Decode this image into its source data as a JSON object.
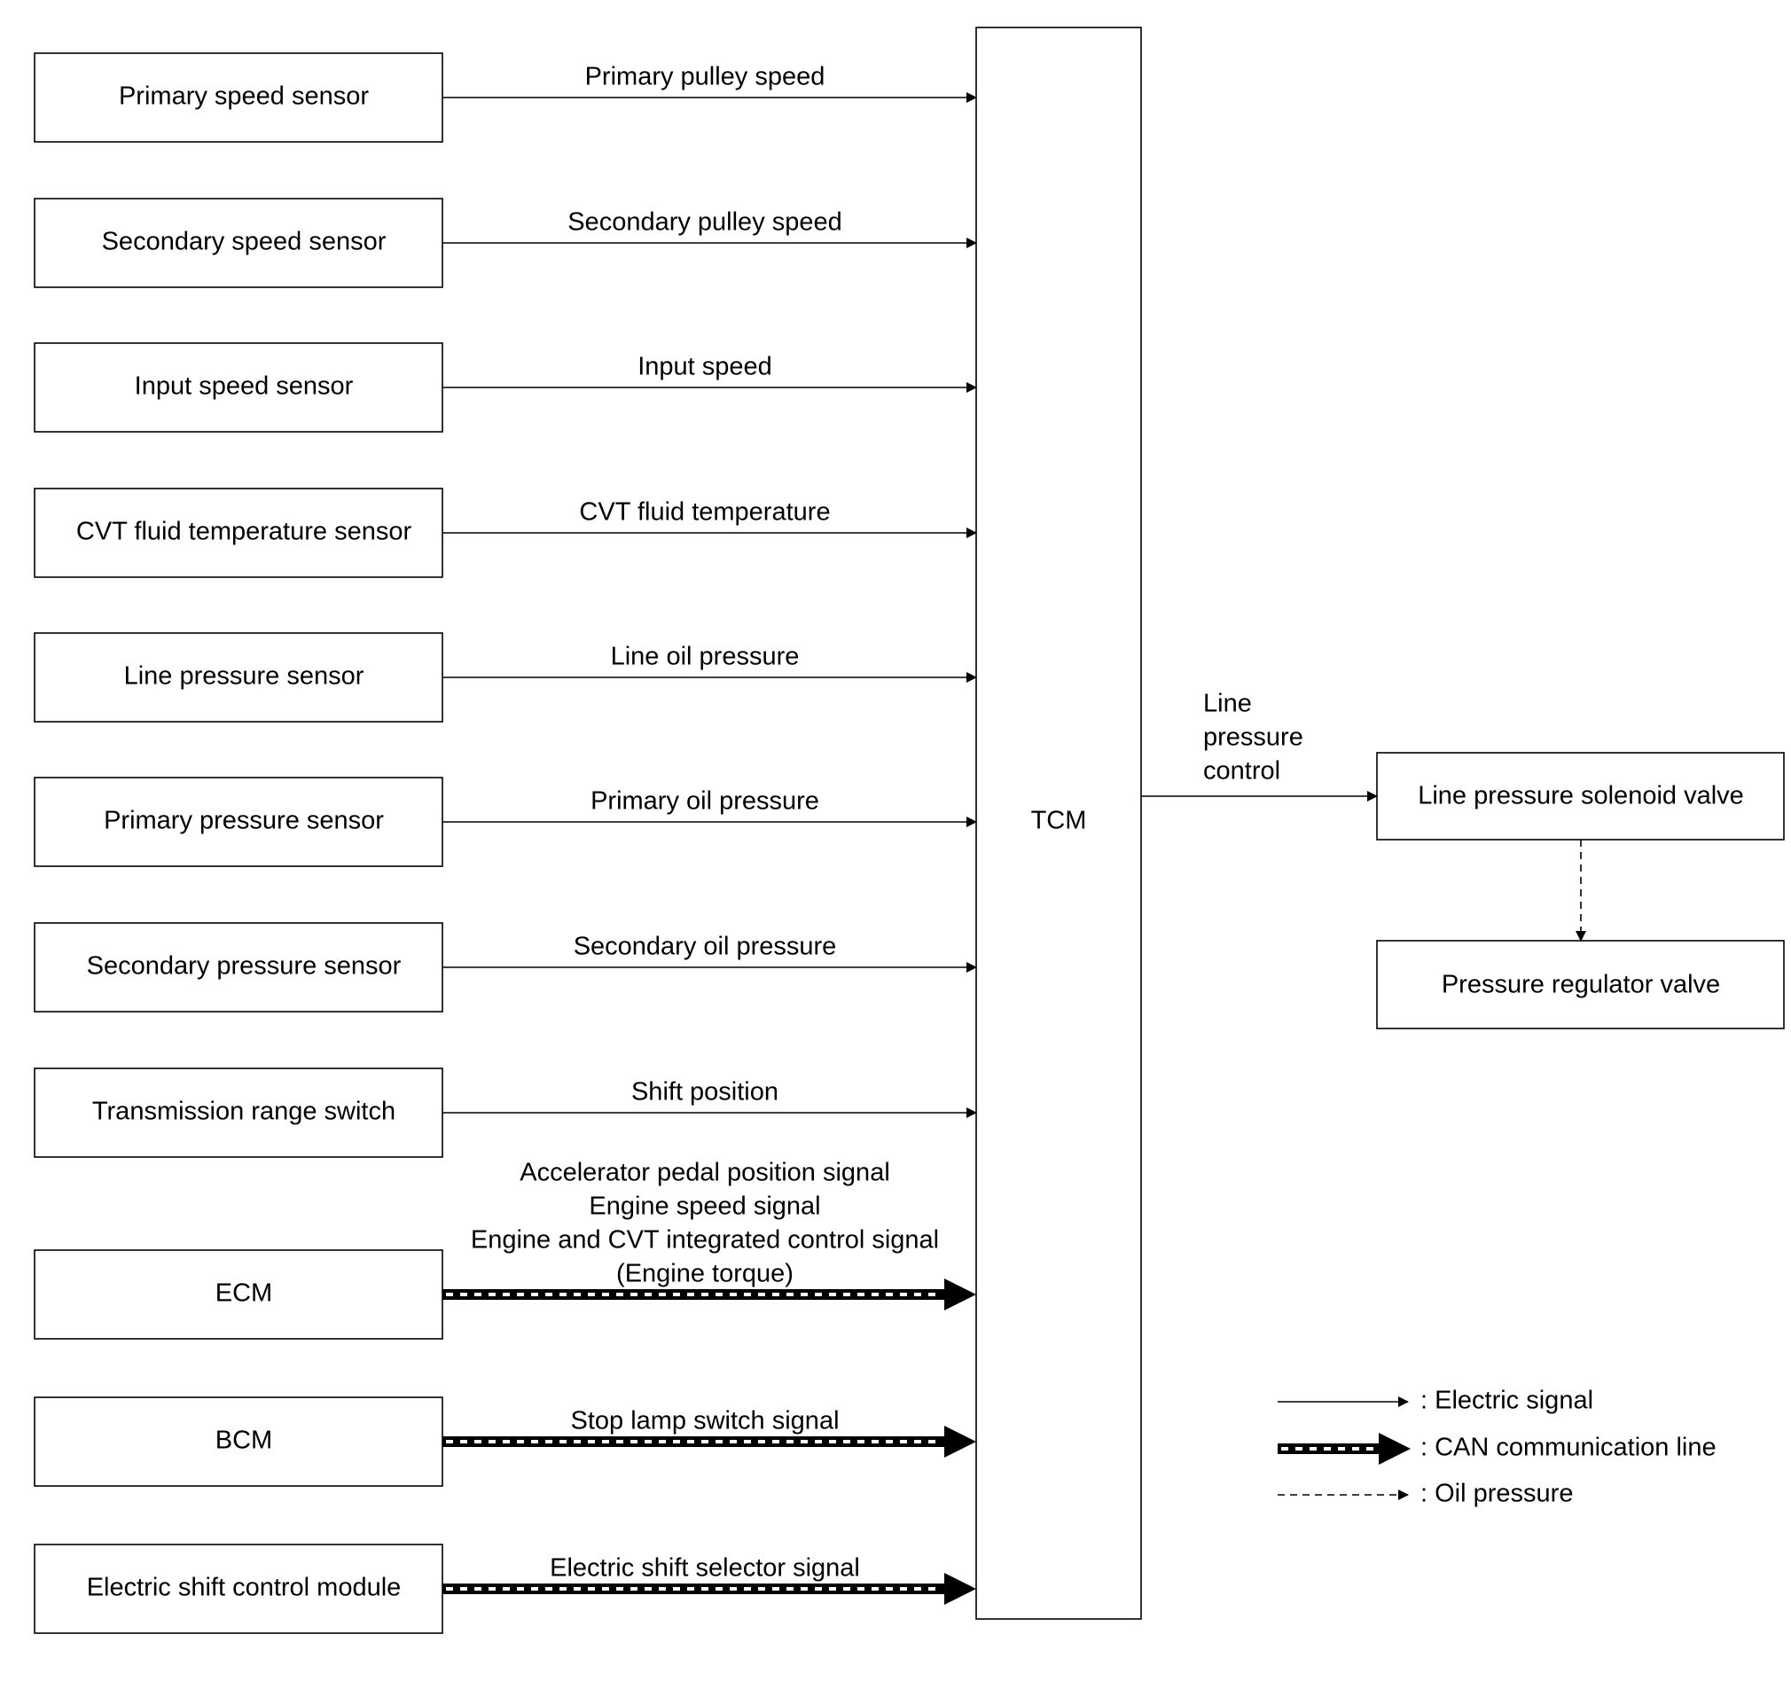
{
  "sources": [
    {
      "label": "Primary speed sensor",
      "signal": [
        "Primary pulley speed"
      ],
      "kind": "electric"
    },
    {
      "label": "Secondary speed sensor",
      "signal": [
        "Secondary pulley speed"
      ],
      "kind": "electric"
    },
    {
      "label": "Input speed sensor",
      "signal": [
        "Input speed"
      ],
      "kind": "electric"
    },
    {
      "label": "CVT fluid temperature sensor",
      "signal": [
        "CVT fluid temperature"
      ],
      "kind": "electric"
    },
    {
      "label": "Line pressure sensor",
      "signal": [
        "Line oil pressure"
      ],
      "kind": "electric"
    },
    {
      "label": "Primary pressure sensor",
      "signal": [
        "Primary oil pressure"
      ],
      "kind": "electric"
    },
    {
      "label": "Secondary pressure sensor",
      "signal": [
        "Secondary oil pressure"
      ],
      "kind": "electric"
    },
    {
      "label": "Transmission range switch",
      "signal": [
        "Shift position"
      ],
      "kind": "electric"
    },
    {
      "label": "ECM",
      "signal": [
        "Accelerator pedal position signal",
        "Engine speed signal",
        "Engine and CVT integrated control signal",
        "(Engine torque)"
      ],
      "kind": "can"
    },
    {
      "label": "BCM",
      "signal": [
        "Stop lamp switch signal"
      ],
      "kind": "can"
    },
    {
      "label": "Electric shift control module",
      "signal": [
        "Electric shift selector signal"
      ],
      "kind": "can"
    }
  ],
  "tcm": {
    "label": "TCM"
  },
  "output": {
    "signal": [
      "Line",
      "pressure",
      "control"
    ],
    "solenoid": "Line pressure solenoid valve",
    "regulator": "Pressure regulator valve"
  },
  "legend": [
    {
      "kind": "electric",
      "label": ": Electric signal"
    },
    {
      "kind": "can",
      "label": ": CAN communication line"
    },
    {
      "kind": "oil",
      "label": ": Oil pressure"
    }
  ]
}
